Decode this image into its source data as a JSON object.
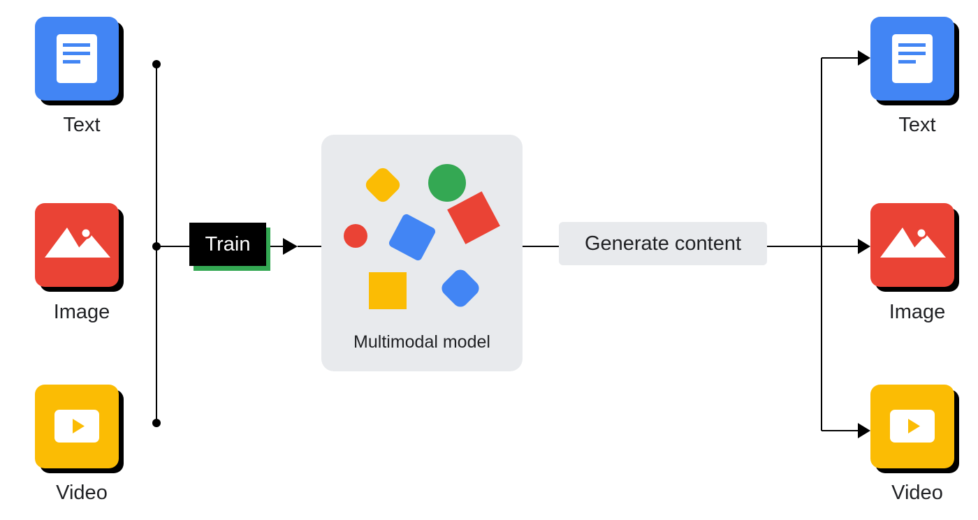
{
  "inputs": [
    {
      "label": "Text",
      "icon": "document-icon",
      "color": "#4285f4"
    },
    {
      "label": "Image",
      "icon": "mountain-image-icon",
      "color": "#ea4335"
    },
    {
      "label": "Video",
      "icon": "play-video-icon",
      "color": "#fbbc04"
    }
  ],
  "outputs": [
    {
      "label": "Text",
      "icon": "document-icon",
      "color": "#4285f4"
    },
    {
      "label": "Image",
      "icon": "mountain-image-icon",
      "color": "#ea4335"
    },
    {
      "label": "Video",
      "icon": "play-video-icon",
      "color": "#fbbc04"
    }
  ],
  "train": {
    "label": "Train"
  },
  "model": {
    "label": "Multimodal model"
  },
  "generate": {
    "label": "Generate content"
  },
  "colors": {
    "blue": "#4285f4",
    "red": "#ea4335",
    "yellow": "#fbbc04",
    "green": "#34a853",
    "panel": "#e8eaed",
    "line": "#000000"
  }
}
